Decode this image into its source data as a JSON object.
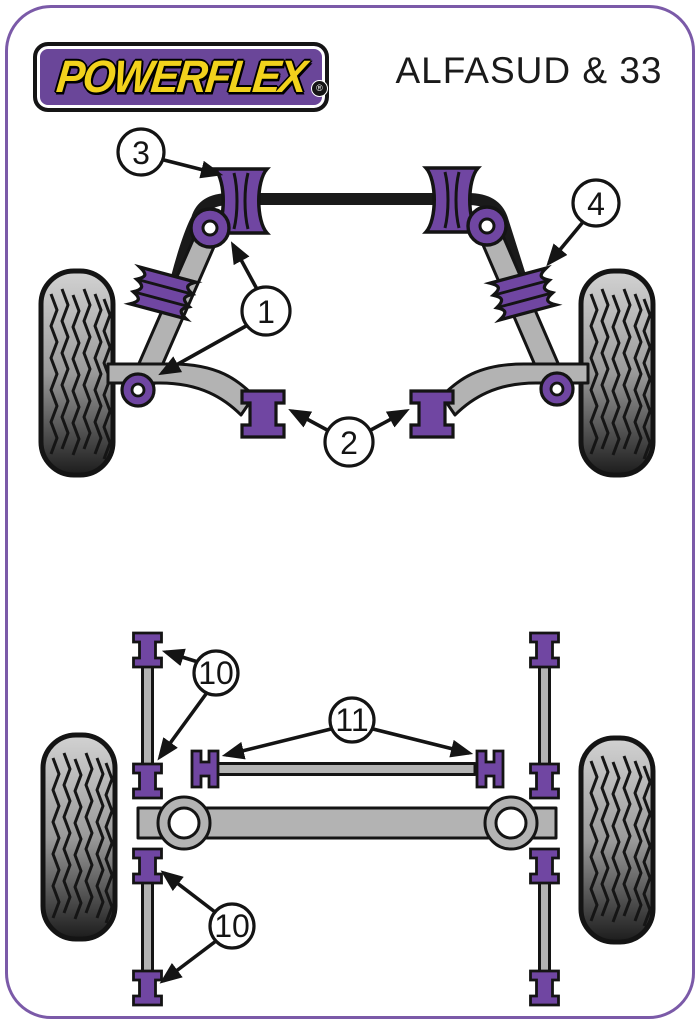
{
  "header": {
    "logo_text": "POWERFLEX",
    "registered_mark": "®",
    "title": "ALFASUD & 33"
  },
  "colors": {
    "bush-purple": "#7046a2",
    "logo-purple": "#6a4699",
    "logo-yellow": "#f2d21c",
    "border-purple": "#7b5aa8",
    "arm-gray": "#b3b3b3",
    "bar-black": "#1a1a1a"
  },
  "front_diagram": {
    "callouts": [
      {
        "label": "3"
      },
      {
        "label": "4"
      },
      {
        "label": "1"
      },
      {
        "label": "2"
      }
    ]
  },
  "rear_diagram": {
    "callouts": [
      {
        "label": "10"
      },
      {
        "label": "11"
      },
      {
        "label": "10"
      }
    ]
  }
}
